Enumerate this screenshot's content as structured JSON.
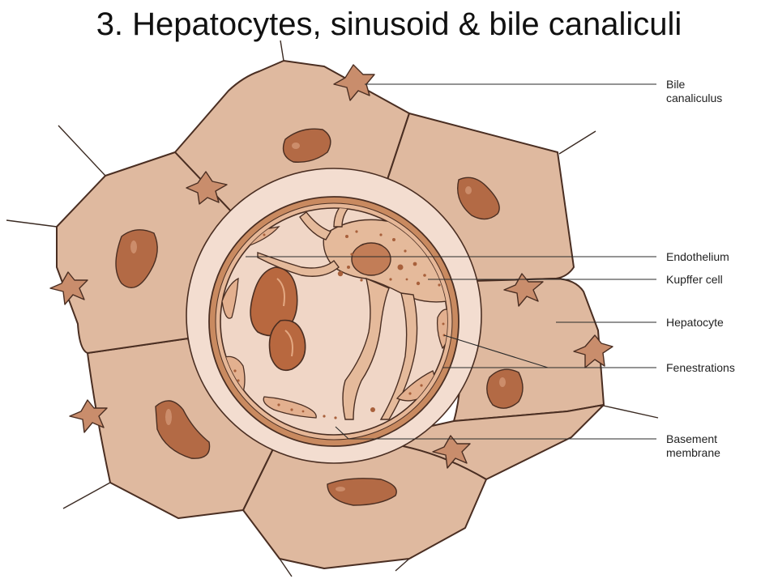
{
  "title": "3. Hepatocytes, sinusoid & bile canaliculi",
  "labels": {
    "bile_canaliculus": [
      "Bile",
      "canaliculus"
    ],
    "endothelium": "Endothelium",
    "kupffer_cell": "Kupffer cell",
    "hepatocyte": "Hepatocyte",
    "fenestrations": "Fenestrations",
    "basement_membrane": [
      "Basement",
      "membrane"
    ]
  },
  "colors": {
    "hepatocyte_fill": "#dfb99f",
    "hepatocyte_stroke": "#4a2e22",
    "nucleus": "#b36a45",
    "space_of_disse": "#f3ddd0",
    "endothelium": "#c98a60",
    "lumen": "#f0d6c6",
    "kupffer": "#e5ba9b",
    "canaliculus": "#c98d6c"
  }
}
